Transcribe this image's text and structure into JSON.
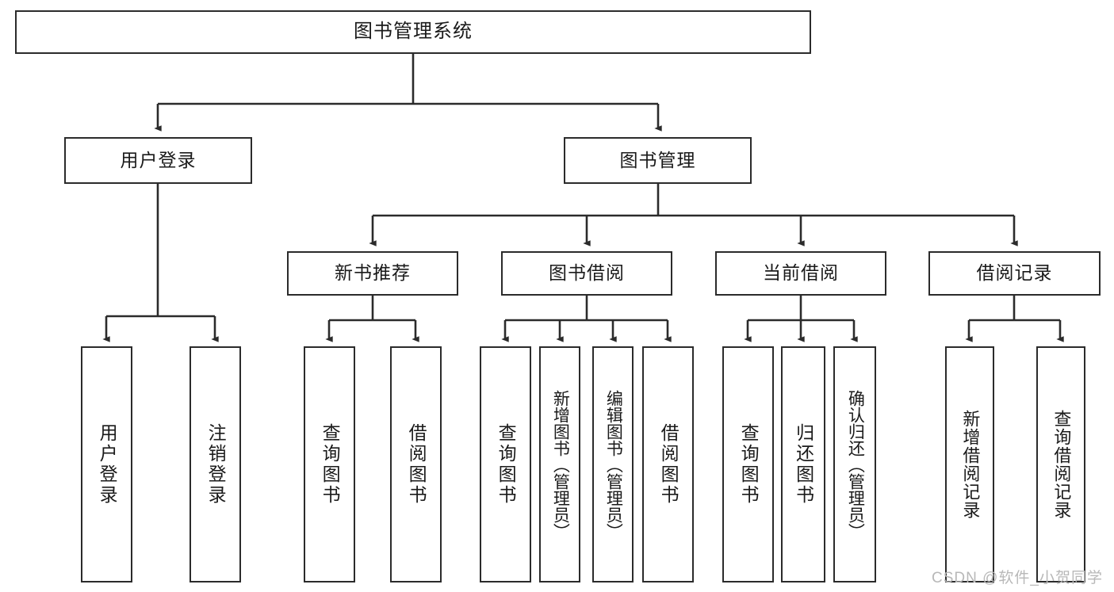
{
  "diagram": {
    "title": "图书管理系统",
    "watermark": "CSDN @软件_小贺同学",
    "colors": {
      "box_border": "#2b2b2b",
      "box_fill": "#ffffff",
      "line": "#2b2b2b",
      "text": "#1a1a1a",
      "watermark": "#b8b8b8"
    },
    "levels": {
      "root": "图书管理系统",
      "level2": [
        "用户登录",
        "图书管理"
      ],
      "level3": [
        "新书推荐",
        "图书借阅",
        "当前借阅",
        "借阅记录"
      ]
    },
    "nodes": {
      "root": {
        "label": "图书管理系统"
      },
      "user_login": {
        "label": "用户登录"
      },
      "book_manage": {
        "label": "图书管理"
      },
      "new_book_rec": {
        "label": "新书推荐"
      },
      "book_borrow": {
        "label": "图书借阅"
      },
      "current_borrow": {
        "label": "当前借阅"
      },
      "borrow_record": {
        "label": "借阅记录"
      },
      "leaf_user_login": {
        "label": "用户登录"
      },
      "leaf_logout": {
        "label": "注销登录"
      },
      "leaf_query_book_1": {
        "label": "查询图书"
      },
      "leaf_borrow_book_1": {
        "label": "借阅图书"
      },
      "leaf_query_book_2": {
        "label": "查询图书"
      },
      "leaf_add_book": {
        "label": "新增图书（管理员）"
      },
      "leaf_edit_book": {
        "label": "编辑图书（管理员）"
      },
      "leaf_borrow_book_2": {
        "label": "借阅图书"
      },
      "leaf_query_book_3": {
        "label": "查询图书"
      },
      "leaf_return_book": {
        "label": "归还图书"
      },
      "leaf_confirm_return": {
        "label": "确认归还（管理员）"
      },
      "leaf_add_record": {
        "label": "新增借阅记录"
      },
      "leaf_query_record": {
        "label": "查询借阅记录"
      }
    },
    "edges": [
      {
        "from": "root",
        "to": "user_login"
      },
      {
        "from": "root",
        "to": "book_manage"
      },
      {
        "from": "book_manage",
        "to": "new_book_rec"
      },
      {
        "from": "book_manage",
        "to": "book_borrow"
      },
      {
        "from": "book_manage",
        "to": "current_borrow"
      },
      {
        "from": "book_manage",
        "to": "borrow_record"
      },
      {
        "from": "user_login",
        "to": "leaf_user_login"
      },
      {
        "from": "user_login",
        "to": "leaf_logout"
      },
      {
        "from": "new_book_rec",
        "to": "leaf_query_book_1"
      },
      {
        "from": "new_book_rec",
        "to": "leaf_borrow_book_1"
      },
      {
        "from": "book_borrow",
        "to": "leaf_query_book_2"
      },
      {
        "from": "book_borrow",
        "to": "leaf_add_book"
      },
      {
        "from": "book_borrow",
        "to": "leaf_edit_book"
      },
      {
        "from": "book_borrow",
        "to": "leaf_borrow_book_2"
      },
      {
        "from": "current_borrow",
        "to": "leaf_query_book_3"
      },
      {
        "from": "current_borrow",
        "to": "leaf_return_book"
      },
      {
        "from": "current_borrow",
        "to": "leaf_confirm_return"
      },
      {
        "from": "borrow_record",
        "to": "leaf_add_record"
      },
      {
        "from": "borrow_record",
        "to": "leaf_query_record"
      }
    ]
  }
}
